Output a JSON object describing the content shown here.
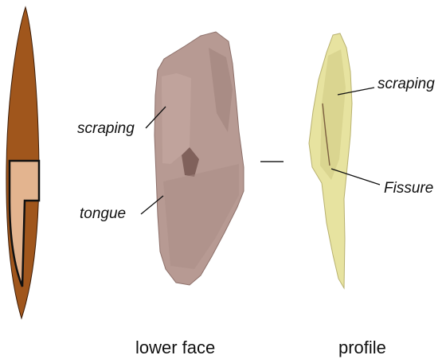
{
  "labels": {
    "scraping_left": "scraping",
    "tongue": "tongue",
    "scraping_right": "scraping",
    "fissure": "Fissure"
  },
  "captions": {
    "lower_face": "lower face",
    "profile": "profile"
  },
  "colors": {
    "point_body": "#a0561c",
    "point_inlay": "#e3b48f",
    "bone_fragment": "#b79a93",
    "bone_profile": "#e7e3a0",
    "text": "#111111",
    "background": "#ffffff"
  }
}
